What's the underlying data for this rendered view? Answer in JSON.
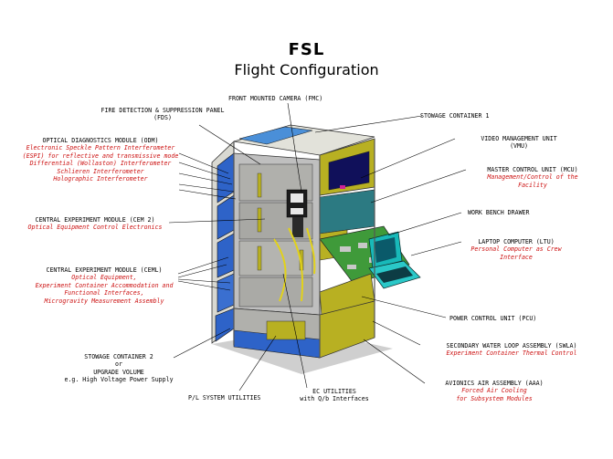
{
  "title": "FSL",
  "subtitle": "Flight Configuration",
  "colors": {
    "frame": "#d4d4cc",
    "drawer_blue": "#2e63c8",
    "drawer_olive": "#b8b022",
    "pcb_green": "#3f9a3a",
    "laptop_cyan": "#18b9b9",
    "navy": "#10105a",
    "label_red": "#cc1111"
  },
  "labels": {
    "fmc": {
      "head": "FRONT MOUNTED CAMERA (FMC)"
    },
    "fds": {
      "line1": "FIRE DETECTION & SUPPRESSION PANEL",
      "line2": "(FDS)"
    },
    "odm": {
      "head": "OPTICAL DIAGNOSTICS MODULE (ODM)",
      "desc": [
        "Electronic Speckle Pattern Interferometer",
        "(ESPI) for reflective and transmissive mode",
        "Differential (Wollaston) Interferometer",
        "Schlieren Interferometer",
        "Holographic Interferometer"
      ]
    },
    "cem2": {
      "head": "CENTRAL EXPERIMENT MODULE (CEM 2)",
      "desc": "Optical Equipment Control Electronics"
    },
    "ceml": {
      "head": "CENTRAL EXPERIMENT MODULE (CEML)",
      "desc": [
        "Optical Equipment,",
        "Experiment Container Accommodation and",
        "Functional Interfaces,",
        "Microgravity Measurement Assembly"
      ]
    },
    "sc2": {
      "line1": "STOWAGE CONTAINER 2",
      "line2": "or",
      "line3": "UPGRADE VOLUME",
      "line4": "e.g. High Voltage Power Supply"
    },
    "pl": {
      "head": "P/L SYSTEM UTILITIES"
    },
    "ec": {
      "line1": "EC UTILITIES",
      "line2": "with Q/b Interfaces"
    },
    "sc1": {
      "head": "STOWAGE CONTAINER 1"
    },
    "vmu": {
      "line1": "VIDEO MANAGEMENT UNIT",
      "line2": "(VMU)"
    },
    "mcu": {
      "head": "MASTER CONTROL UNIT (MCU)",
      "desc": [
        "Management/Control of the",
        "Facility"
      ]
    },
    "wbd": {
      "head": "WORK BENCH DRAWER"
    },
    "ltu": {
      "head": "LAPTOP COMPUTER (LTU)",
      "desc": [
        "Personal Computer as Crew",
        "Interface"
      ]
    },
    "pcu": {
      "head": "POWER CONTROL UNIT (PCU)"
    },
    "swla": {
      "head": "SECONDARY WATER LOOP ASSEMBLY (SWLA)",
      "desc": "Experiment Container Thermal Control"
    },
    "aaa": {
      "head": "AVIONICS AIR ASSEMBLY (AAA)",
      "desc": [
        "Forced Air Cooling",
        "for Subsystem Modules"
      ]
    }
  }
}
